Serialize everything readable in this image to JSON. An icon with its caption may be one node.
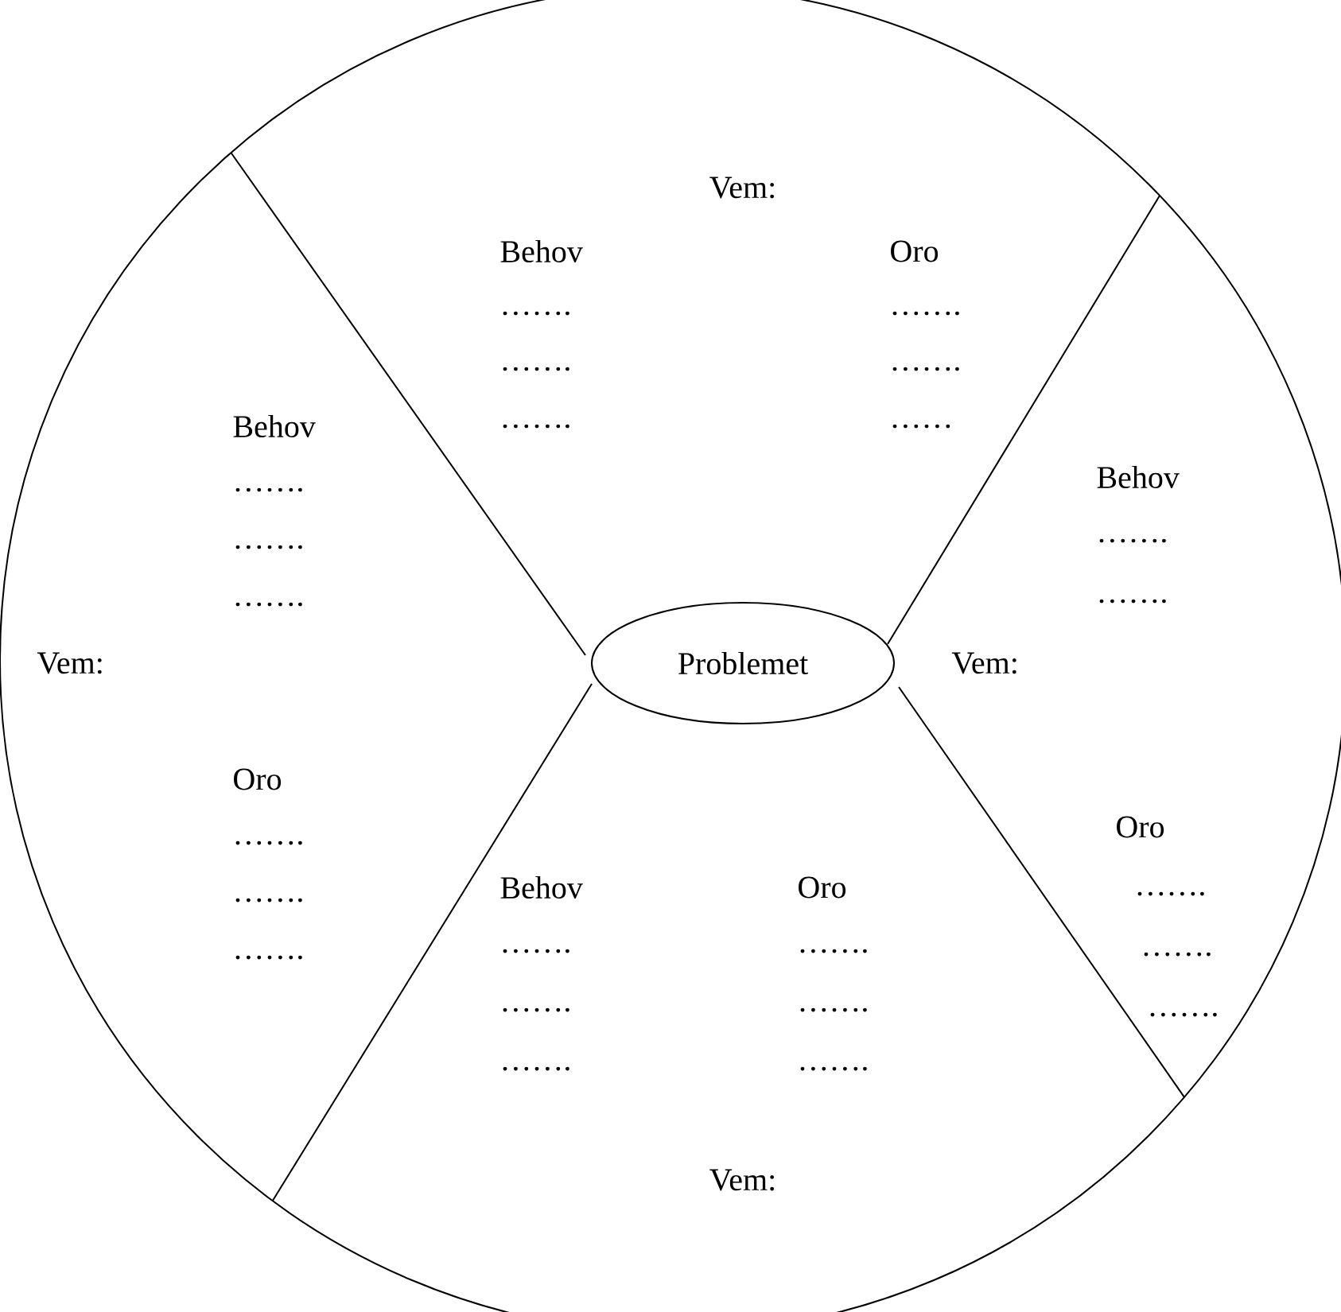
{
  "diagram": {
    "nodes": [
      {
        "text": [
          "Problemet"
        ]
      }
    ],
    "labels": [
      "Vem:",
      "Behov",
      "Oro",
      "…….",
      "…….",
      "…….",
      "…….",
      "…….",
      "……",
      "Behov",
      "…….",
      "…….",
      "…….",
      "Vem:",
      "Oro",
      "…….",
      "…….",
      "…….",
      "Behov",
      "…….",
      "…….",
      "Vem:",
      "Oro",
      "…….",
      "…….",
      "…….",
      "Behov",
      "Oro",
      "…….",
      "…….",
      "…….",
      "…….",
      "…….",
      "…….",
      "Vem:"
    ]
  }
}
